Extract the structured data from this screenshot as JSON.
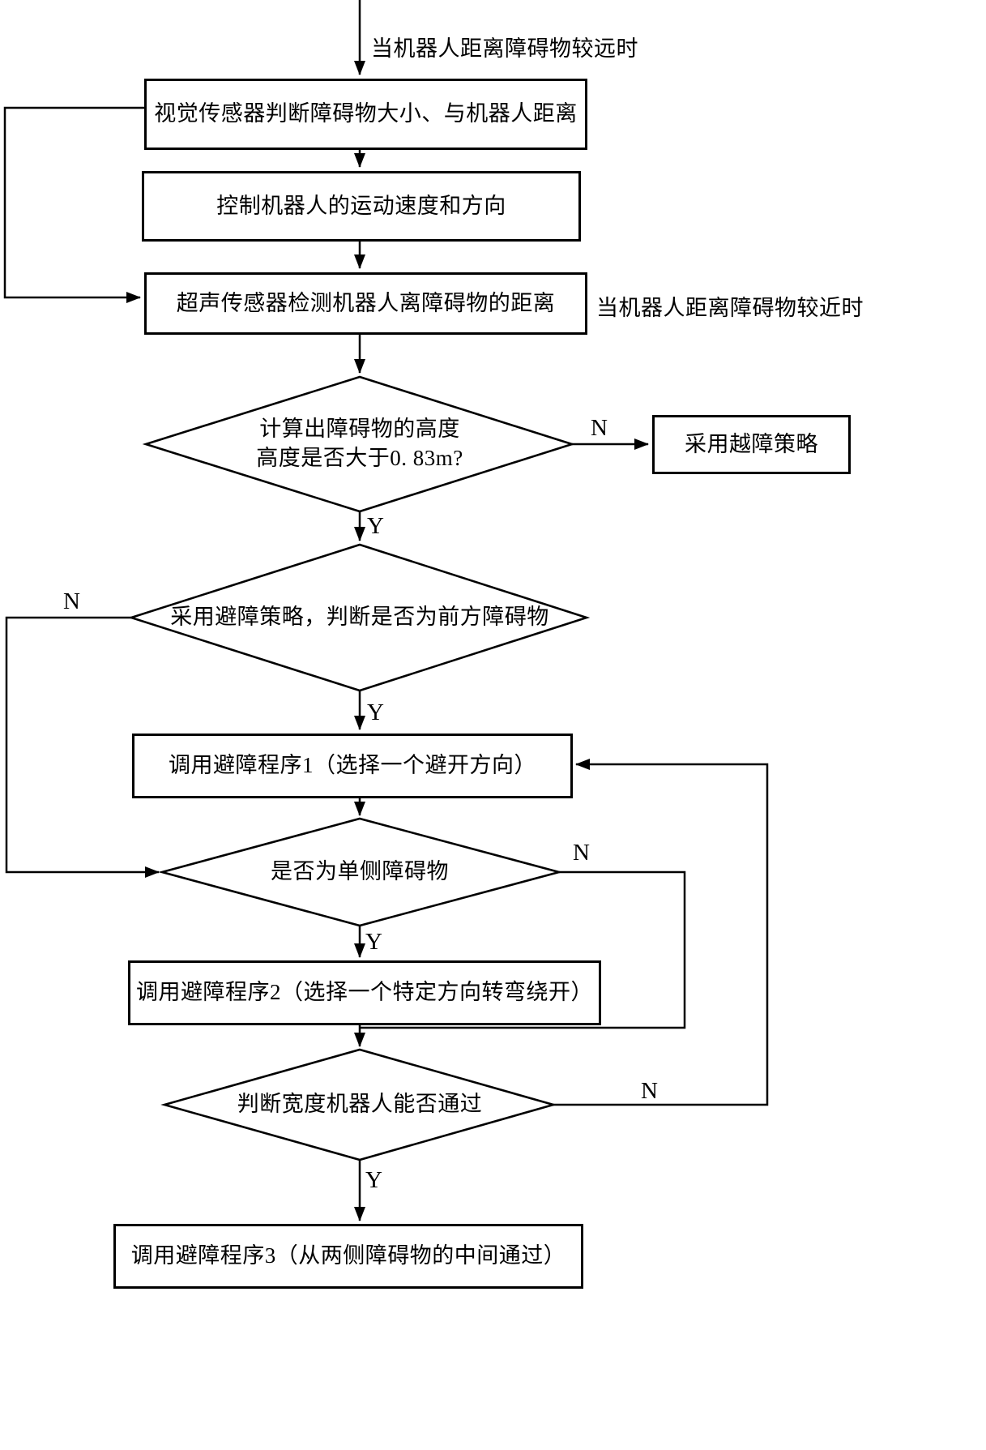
{
  "flowchart": {
    "annotations": {
      "far_condition": "当机器人距离障碍物较远时",
      "near_condition": "当机器人距离障碍物较近时"
    },
    "boxes": {
      "vision": "视觉传感器判断障碍物大小、与机器人距离",
      "control": "控制机器人的运动速度和方向",
      "ultrasonic": "超声传感器检测机器人离障碍物的距离",
      "overcome": "采用越障策略",
      "avoid1": "调用避障程序1（选择一个避开方向）",
      "avoid2": "调用避障程序2（选择一个特定方向转弯绕开）",
      "avoid3": "调用避障程序3（从两侧障碍物的中间通过）"
    },
    "decisions": {
      "height_line1": "计算出障碍物的高度",
      "height_line2": "高度是否大于0. 83m?",
      "front": "采用避障策略，判断是否为前方障碍物",
      "single_side": "是否为单侧障碍物",
      "width": "判断宽度机器人能否通过"
    },
    "edge_labels": {
      "height_no": "N",
      "height_yes": "Y",
      "front_no": "N",
      "front_yes": "Y",
      "single_no": "N",
      "single_yes": "Y",
      "width_no": "N",
      "width_yes": "Y"
    }
  }
}
